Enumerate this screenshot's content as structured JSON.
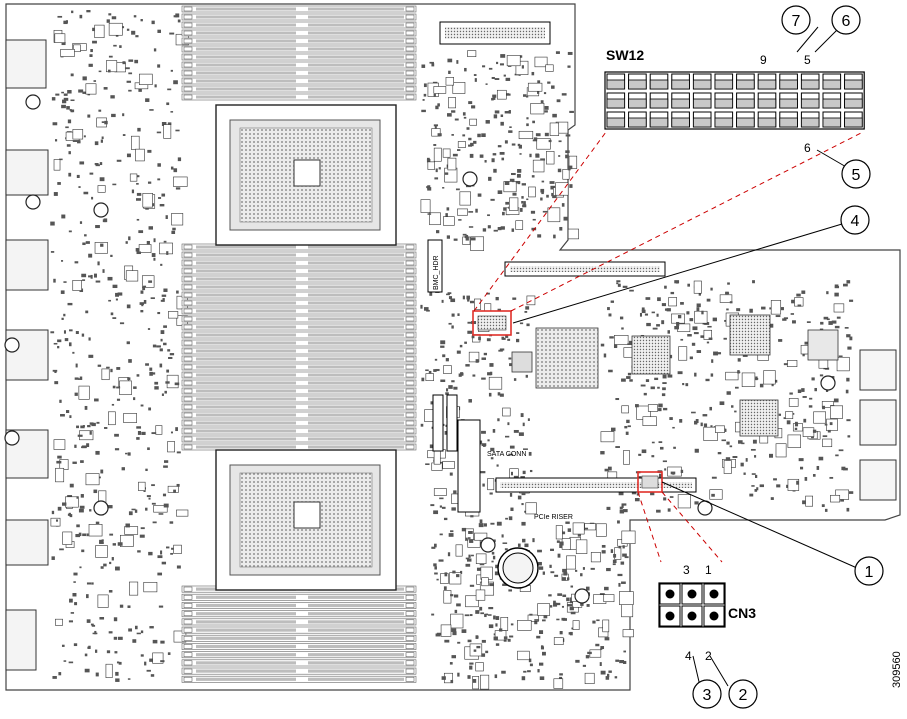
{
  "switch_label": "SW12",
  "switch_pins": {
    "top_left": "9",
    "top_right": "5",
    "bottom": "6"
  },
  "connector_label": "CN3",
  "connector_pins": {
    "top_left": "3",
    "top_right": "1",
    "bottom_left": "4",
    "bottom_right": "2"
  },
  "callouts": [
    "1",
    "2",
    "3",
    "4",
    "5",
    "6",
    "7"
  ],
  "figure_id": "309560",
  "board_silkscreen": {
    "bmc_label": "BMC_HDR",
    "sata_label": "SATA CONN",
    "riser_label": "PCIe RISER"
  },
  "colors": {
    "leader": "#cc0000",
    "ink": "#000000",
    "highlight": "#e0302a",
    "board_line": "#444444"
  }
}
